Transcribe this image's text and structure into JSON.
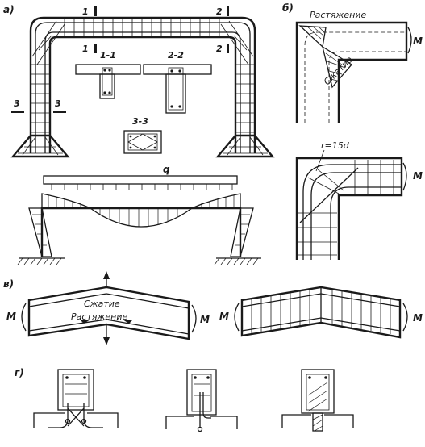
{
  "panels": {
    "a": "а)",
    "b": "б)",
    "v": "в)",
    "g": "г)"
  },
  "section_marks": {
    "s1": "1",
    "s2": "2",
    "s3": "3"
  },
  "section_titles": {
    "t11": "1-1",
    "t22": "2-2",
    "t33": "3-3"
  },
  "load_label": "q",
  "moment_label": "M",
  "radius_label": "r=15d",
  "tension_label": "Растяжение",
  "compression_label": "Сжатие"
}
